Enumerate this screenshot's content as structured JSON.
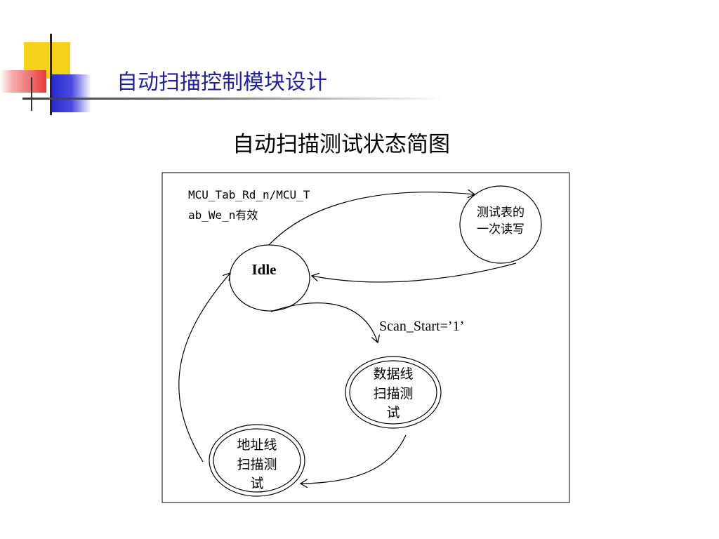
{
  "slide": {
    "title": "自动扫描控制模块设计"
  },
  "diagram": {
    "title": "自动扫描测试状态简图",
    "states": {
      "idle": "Idle",
      "table_rw": [
        "测试表的",
        "一次读写"
      ],
      "data_scan": [
        "数据线",
        "扫描测",
        "试"
      ],
      "addr_scan": [
        "地址线",
        "扫描测",
        "试"
      ]
    },
    "transitions": {
      "mcu_condition": [
        "MCU_Tab_Rd_n/MCU_T",
        "ab_We_n有效"
      ],
      "scan_start": "Scan_Start=’1’"
    }
  },
  "colors": {
    "title_blue": "#1f1fa8",
    "deco_yellow": "#f7d21a",
    "deco_red": "#e83a3a",
    "deco_blue": "#2a2ad0"
  }
}
